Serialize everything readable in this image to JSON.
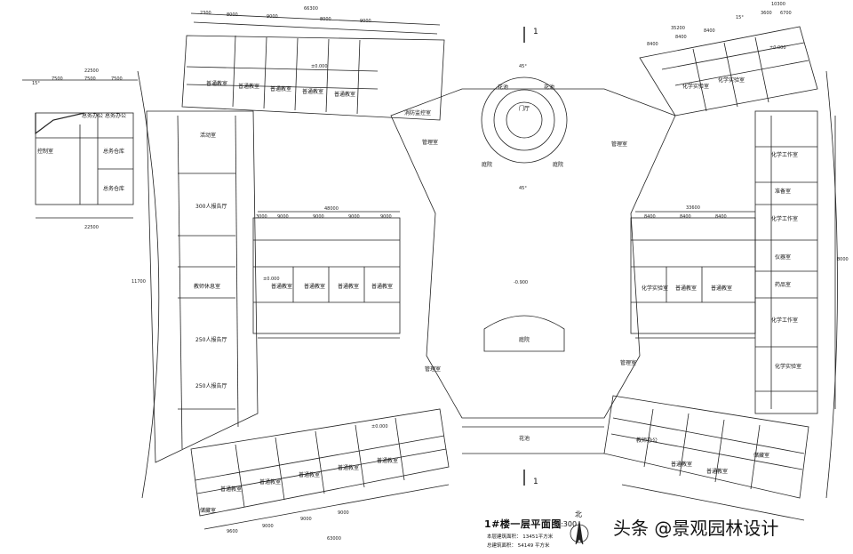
{
  "rooms": {
    "admin_office_1": "总务办公",
    "admin_office_2": "总务办公",
    "admin_storage_1": "总务仓库",
    "admin_storage_2": "总务仓库",
    "control_room": "控制室",
    "activity_room": "活动室",
    "hall_300": "300人报告厅",
    "teacher_lounge": "教师休息室",
    "hall_250_a": "250人报告厅",
    "hall_250_b": "250人报告厅",
    "fire_control": "消防监控室",
    "lobby": "门厅",
    "mgmt_room_nw": "管理室",
    "mgmt_room_ne": "管理室",
    "mgmt_room_sw": "管理室",
    "mgmt_room_se": "管理室",
    "atrium_w": "庭院",
    "atrium_e": "庭院",
    "courtyard": "庭院",
    "flower_bed_n1": "花池",
    "flower_bed_n2": "花池",
    "flower_bed_s": "花池",
    "classroom": "普通教室",
    "chem_lab": "化学实验室",
    "chem_workroom_1": "化学工作室",
    "chem_workroom_2": "化学工作室",
    "chem_workroom_3": "化学工作室",
    "prep_room": "准备室",
    "instrument_room": "仪器室",
    "medicine_room": "药品室",
    "teacher_office": "教师办公",
    "storage": "储藏室"
  },
  "levels": {
    "west": "±0.000",
    "center": "-0.900",
    "nw_wing": "±0.000",
    "sw_wing": "±0.000",
    "cw_row": "±0.000"
  },
  "dims": {
    "top_total": "66300",
    "top_sub": [
      "2300",
      "8000",
      "9000",
      "8000",
      "9000"
    ],
    "ne_a": "35200",
    "ne_b": "10300",
    "ne_c": "3600",
    "ne_d": "6700",
    "ne_sub": [
      "8400",
      "8400",
      "8400"
    ],
    "left_box_top": "22500",
    "left_box_bottom": "22500",
    "left_box_sub": [
      "7500",
      "7500",
      "7500"
    ],
    "mid_w_top": "48000",
    "mid_w_sub": [
      "3000",
      "9000",
      "9000",
      "9000",
      "9000"
    ],
    "mid_e_top": "33600",
    "mid_e_sub": [
      "8400",
      "8400",
      "8400"
    ],
    "right_side": "8000",
    "left_side": "11700",
    "angle_1": "15°",
    "angle_2": "15°",
    "angle_3": "45°",
    "angle_4": "45°",
    "bottom_total": "63000",
    "bottom_sub": [
      "9600",
      "9000",
      "9000",
      "9000"
    ]
  },
  "section_marks": [
    "1",
    "1"
  ],
  "title": "1#楼一层平面图",
  "scale": "1:300",
  "area_this": "本层建筑面积：  13451平方米",
  "area_total": "总建筑面积：  54149  平方米",
  "north_label": "北",
  "watermark": "头条 @景观园林设计"
}
